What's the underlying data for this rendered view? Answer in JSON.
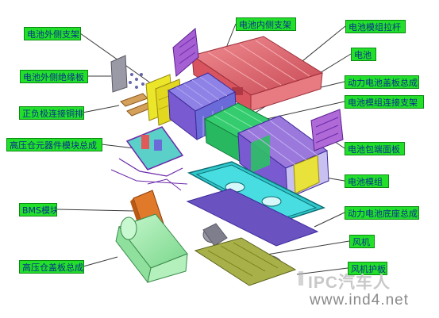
{
  "labels": {
    "outer_side_bracket": "电池外侧支架",
    "outer_side_insulation": "电池外侧绝缘板",
    "pos_neg_copper_bar": "正负极连接铜排",
    "hv_module_assembly": "高压仓元器件模块总成",
    "bms_module": "BMS模块",
    "hv_cover_assembly": "高压仓盖板总成",
    "inner_side_bracket": "电池内侧支架",
    "module_pull_rod": "电池模组拉杆",
    "cell": "电池",
    "pack_cover_assembly": "动力电池盖板总成",
    "module_connecting_bracket": "电池模组连接支架",
    "pack_end_panel": "电池包端面板",
    "battery_module": "电池模组",
    "pack_base_assembly": "动力电池底座总成",
    "fan": "风机",
    "fan_guard": "风机护板"
  },
  "watermark": {
    "brand": "IPC汽车人",
    "url": "www.ind4.net"
  },
  "colors": {
    "label_fill": "#22e02a",
    "label_text": "#0a2f8c",
    "leader_line": "#3a3a3a",
    "cover_red": "#e0666e",
    "module_purple": "#8a52c8",
    "cell_blue": "#6a6ad8",
    "bracket_yellow": "#e6e022",
    "cell_green": "#2fc86a",
    "base_teal": "#28c4c8",
    "fan_guard_olive": "#a8b04a",
    "hv_cover_mint": "#a8f0b0",
    "bms_orange": "#e07a2a"
  }
}
